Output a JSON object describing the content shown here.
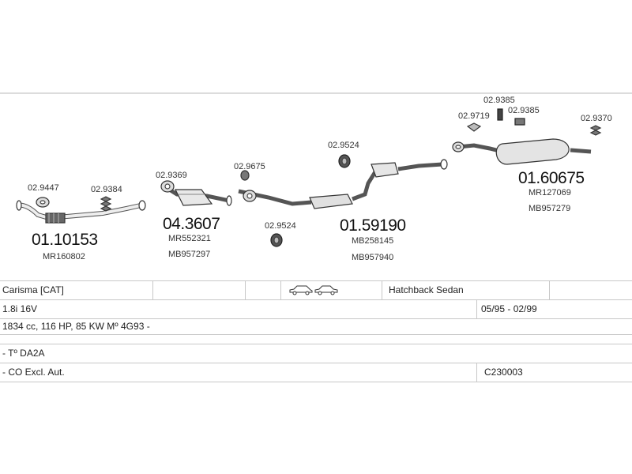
{
  "parts": [
    {
      "code": "01.10153",
      "refs": [
        "MR160802"
      ]
    },
    {
      "code": "04.3607",
      "refs": [
        "MR552321",
        "MB957297"
      ]
    },
    {
      "code": "01.59190",
      "refs": [
        "MB258145",
        "MB957940"
      ]
    },
    {
      "code": "01.60675",
      "refs": [
        "MR127069",
        "MB957279"
      ]
    }
  ],
  "fittings": [
    "02.9447",
    "02.9384",
    "02.9369",
    "02.9675",
    "02.9524",
    "02.9524",
    "02.9719",
    "02.9385",
    "02.9385",
    "02.9370"
  ],
  "table": {
    "model": "Carisma  [CAT]",
    "body_type": "Hatchback Sedan",
    "engine": "1.8i 16V",
    "years": "05/95 - 02/99",
    "specs": "1834 cc, 116 HP, 85 KW Mº 4G93 -",
    "type_code": "- Tº DA2A",
    "notes": "- CO Excl. Aut.",
    "ref_code": "C230003"
  },
  "icons": [
    "hatchback-car-icon",
    "sedan-car-icon"
  ]
}
